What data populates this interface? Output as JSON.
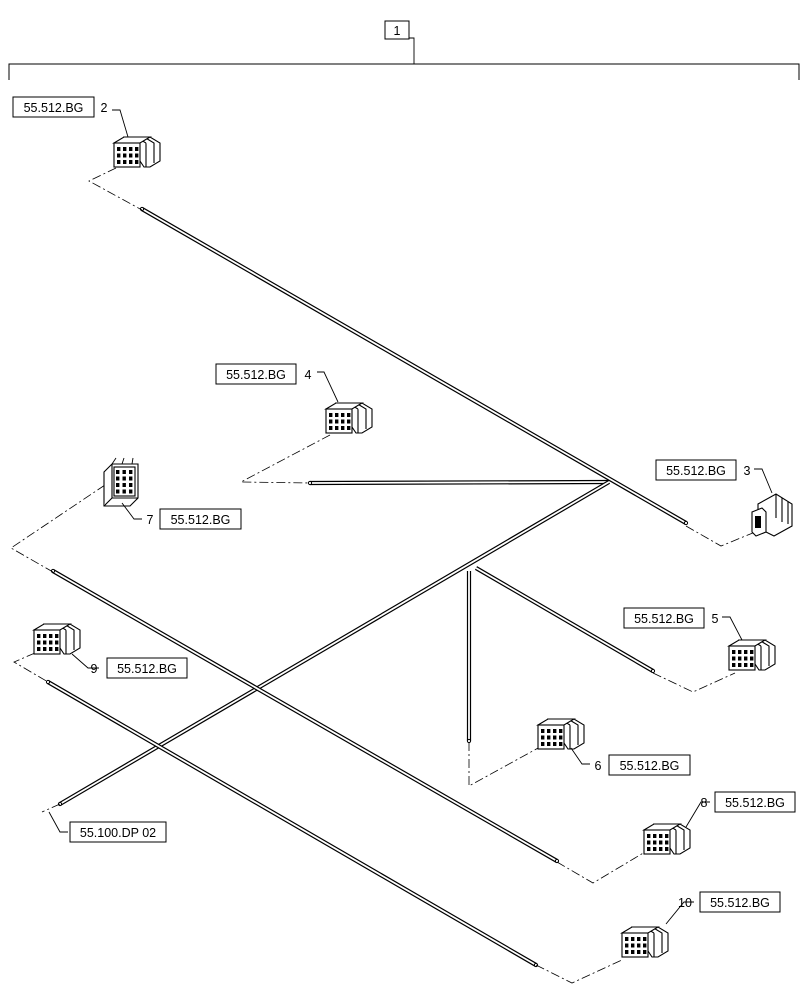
{
  "assembly": {
    "item": "1"
  },
  "references": {
    "r2": "55.512.BG",
    "r3": "55.512.BG",
    "r4": "55.512.BG",
    "r5": "55.512.BG",
    "r6": "55.512.BG",
    "r7": "55.512.BG",
    "r8": "55.512.BG",
    "r9": "55.512.BG",
    "r10": "55.512.BG",
    "harness": "55.100.DP 02"
  },
  "callouts": {
    "c2": "2",
    "c3": "3",
    "c4": "4",
    "c5": "5",
    "c6": "6",
    "c7": "7",
    "c8": "8",
    "c9": "9",
    "c10": "10"
  }
}
